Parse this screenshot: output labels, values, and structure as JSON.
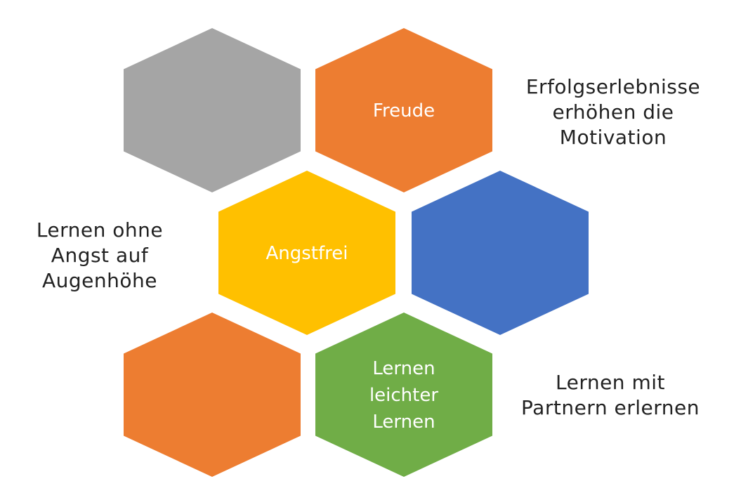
{
  "colors": {
    "gray": "#A5A5A5",
    "orange": "#ED7D31",
    "yellow": "#FFC000",
    "blue": "#4472C4",
    "green": "#70AD47",
    "text": "#222222",
    "label": "#FFFFFF"
  },
  "hexagons": [
    {
      "id": "gray-top",
      "color": "gray",
      "label": []
    },
    {
      "id": "freude",
      "color": "orange",
      "label": [
        "Freude"
      ]
    },
    {
      "id": "angstfrei",
      "color": "yellow",
      "label": [
        "Angstfrei"
      ]
    },
    {
      "id": "blue-middle",
      "color": "blue",
      "label": []
    },
    {
      "id": "orange-bottom",
      "color": "orange",
      "label": []
    },
    {
      "id": "lernen-leichter",
      "color": "green",
      "label": [
        "Lernen",
        "leichter",
        "Lernen"
      ]
    }
  ],
  "side_texts": {
    "erfolg": "Erfolgserlebnisse\nerhöhen die\nMotivation",
    "angst": "Lernen ohne\nAngst auf\nAugenhöhe",
    "partner": "Lernen mit\nPartnern erlernen"
  }
}
